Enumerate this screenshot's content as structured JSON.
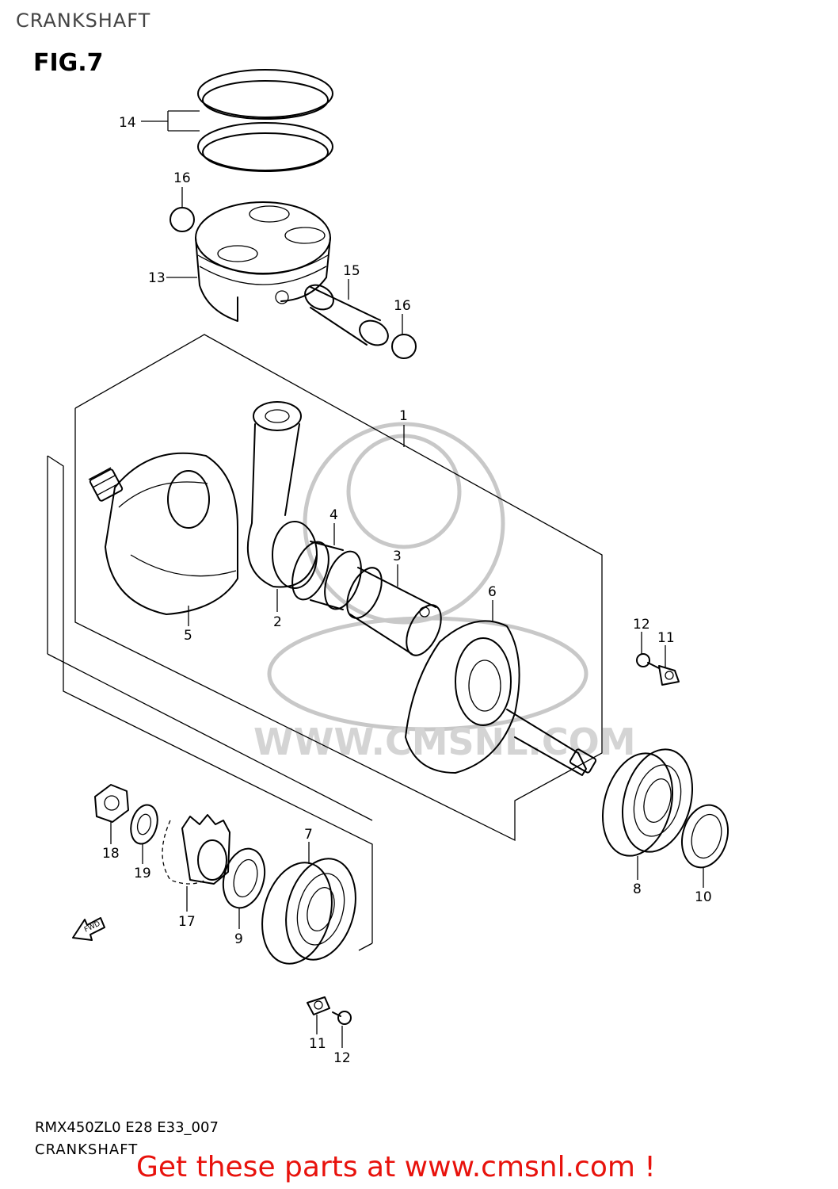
{
  "header": {
    "title": "CRANKSHAFT"
  },
  "figure": {
    "label": "FIG.7"
  },
  "watermark": {
    "text": "WWW.CMSNL.COM"
  },
  "callouts": [
    "1",
    "2",
    "3",
    "4",
    "5",
    "6",
    "7",
    "8",
    "9",
    "10",
    "11",
    "12",
    "13",
    "14",
    "15",
    "16",
    "17",
    "18",
    "19"
  ],
  "fwd_arrow": {
    "label": "FWD"
  },
  "footer": {
    "code": "RMX450ZL0 E28 E33_007",
    "name": "CRANKSHAFT",
    "promo": "Get these parts at www.cmsnl.com !"
  },
  "colors": {
    "promo": "#e8120c",
    "ink": "#000000",
    "watermark": "#c8c8c8"
  }
}
